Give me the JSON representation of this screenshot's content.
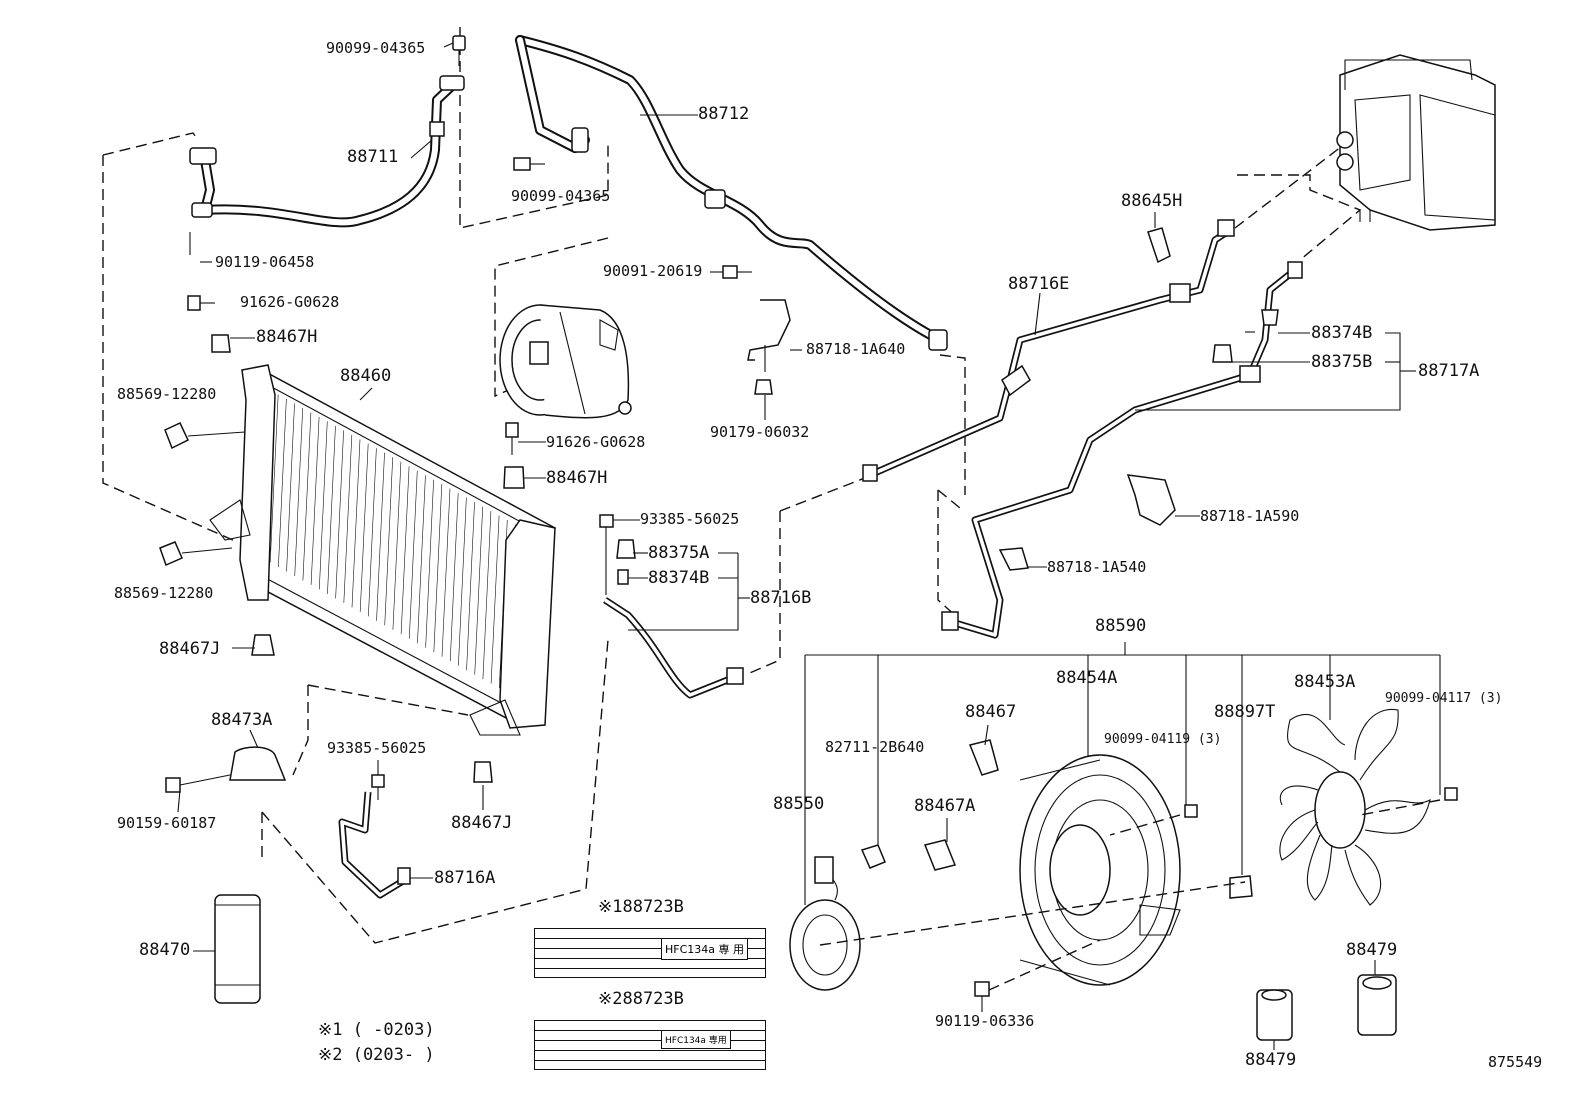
{
  "labels": {
    "p90099_04365_a": "90099-04365",
    "p88711": "88711",
    "p90119_06458": "90119-06458",
    "p91626_g0628_a": "91626-G0628",
    "p88467h_a": "88467H",
    "p88460": "88460",
    "p88569_12280_a": "88569-12280",
    "p88569_12280_b": "88569-12280",
    "p88467j_a": "88467J",
    "p88473a": "88473A",
    "p90159_60187": "90159-60187",
    "p88470": "88470",
    "p88712": "88712",
    "p90099_04365_b": "90099-04365",
    "p90091_20619": "90091-20619",
    "p88718_1a640": "88718-1A640",
    "p90179_06032": "90179-06032",
    "p91626_g0628_b": "91626-G0628",
    "p88467h_b": "88467H",
    "p93385_56025_a": "93385-56025",
    "p88375a": "88375A",
    "p88374b_a": "88374B",
    "p88716b": "88716B",
    "p93385_56025_b": "93385-56025",
    "p88467j_b": "88467J",
    "p88716a": "88716A",
    "p88645h": "88645H",
    "p88716e": "88716E",
    "p88374b_b": "88374B",
    "p88375b": "88375B",
    "p88717a": "88717A",
    "p88718_1a590": "88718-1A590",
    "p88718_1a540": "88718-1A540",
    "p88590": "88590",
    "p88454a": "88454A",
    "p88453a": "88453A",
    "p88897t": "88897T",
    "p88467": "88467",
    "p82711_2b640": "82711-2B640",
    "p90099_04119": "90099-04119 (3)",
    "p90099_04117": "90099-04117 (3)",
    "p88550": "88550",
    "p88467a": "88467A",
    "p90119_06336": "90119-06336",
    "p88479_a": "88479",
    "p88479_b": "88479",
    "p188723b": "※188723B",
    "p288723b": "※288723B",
    "note1": "※1 (       -0203)",
    "note2": "※2 (0203-       )",
    "figure_no": "875549"
  },
  "label_tags": {
    "tag1": "HFC134a 専 用",
    "tag2": "HFC134a 専用"
  }
}
